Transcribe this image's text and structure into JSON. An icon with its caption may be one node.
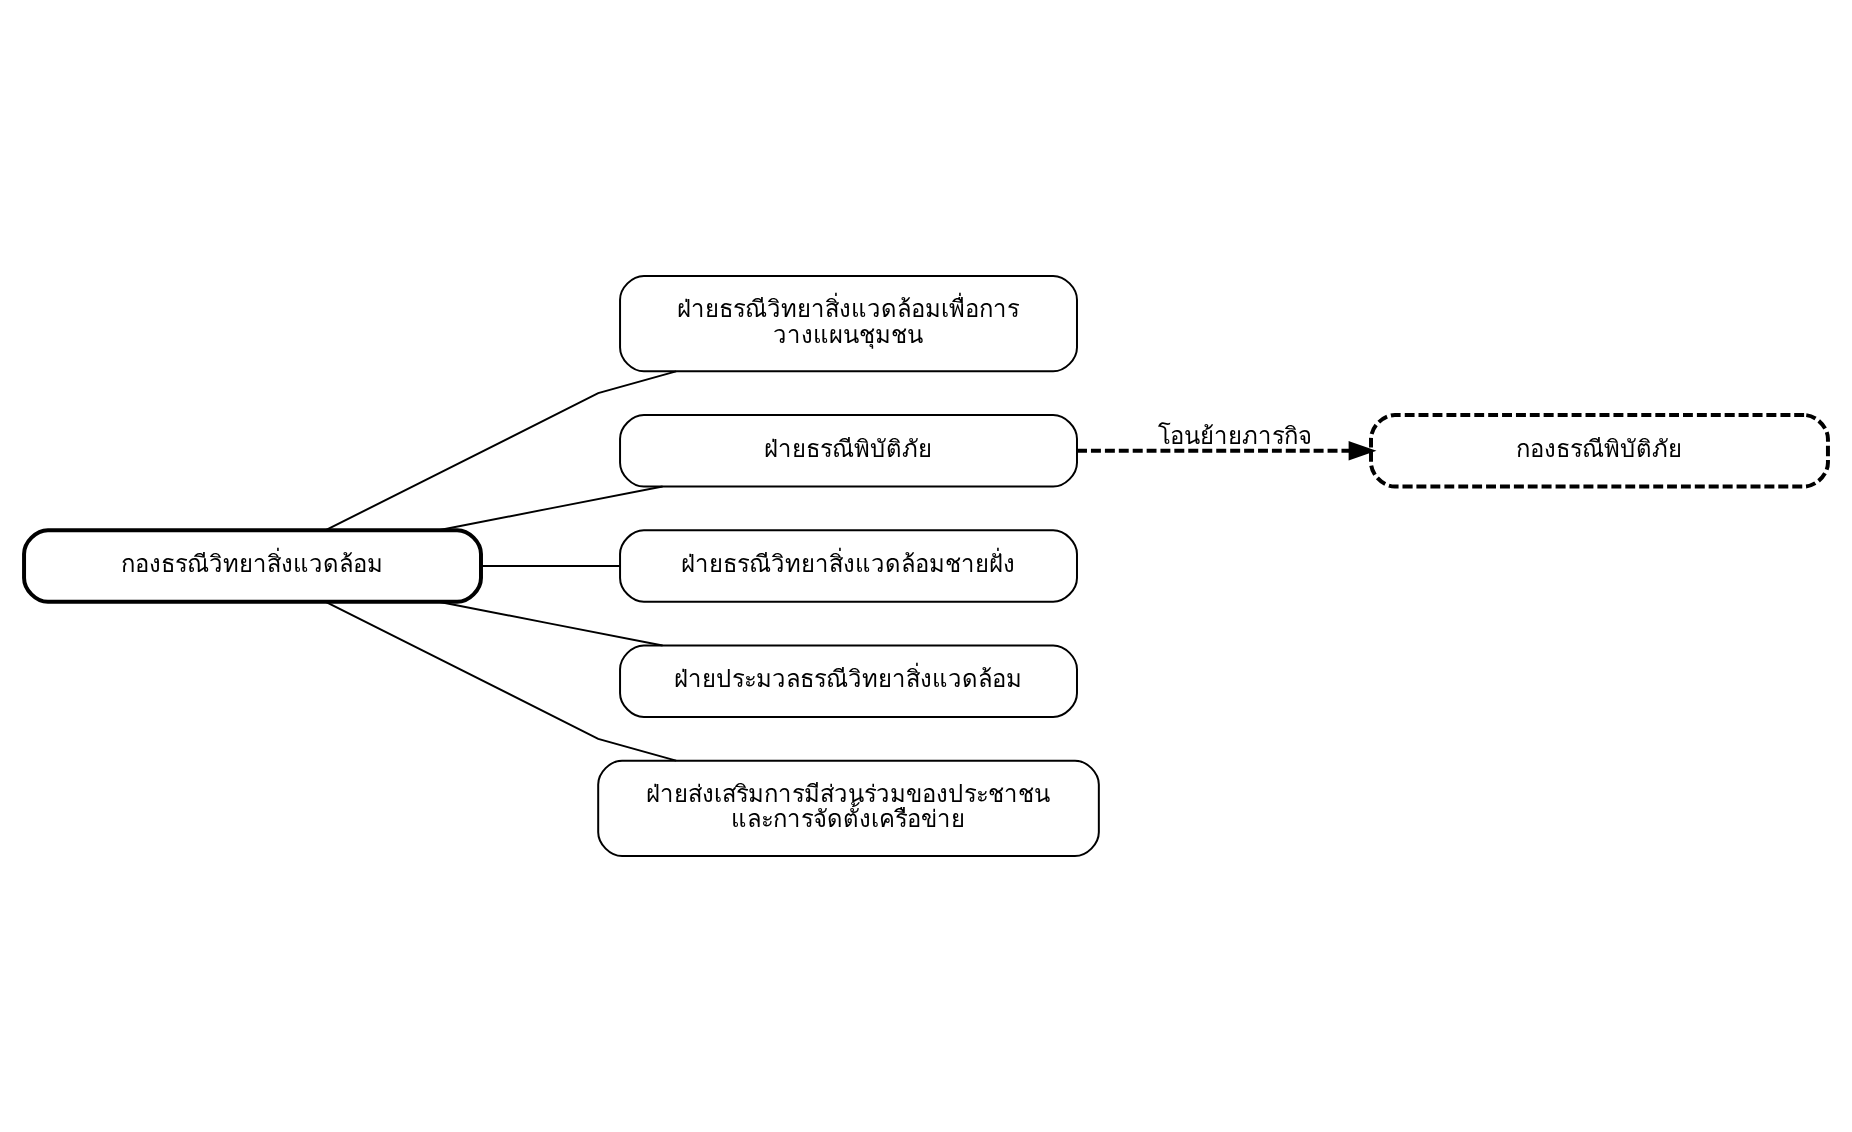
{
  "diagram": {
    "nodes": [
      {
        "text": [
          "กองธรณีวิทยาสิ่งแวดล้อม"
        ]
      },
      {
        "text": [
          "ฝ่ายธรณีวิทยาสิ่งแวดล้อมเพื่อการ วางแผนชุมชน"
        ]
      },
      {
        "text": [
          "ฝ่ายธรณีพิบัติภัย"
        ]
      },
      {
        "text": [
          "ฝ่ายธรณีวิทยาสิ่งแวดล้อมชายฝั่ง"
        ]
      },
      {
        "text": [
          "ฝ่ายประมวลธรณีวิทยาสิ่งแวดล้อม"
        ]
      },
      {
        "text": [
          "ฝ่ายส่งเสริมการมีส่วนร่วมของประชาชน และการจัดตั้งเครือข่าย"
        ]
      },
      {
        "text": [
          "กองธรณีพิบัติภัย"
        ]
      }
    ],
    "edges": [
      {
        "from": 0,
        "to": 1,
        "arrow": "none"
      },
      {
        "from": 0,
        "to": 2,
        "arrow": "none"
      },
      {
        "from": 0,
        "to": 3,
        "arrow": "none"
      },
      {
        "from": 0,
        "to": 4,
        "arrow": "none"
      },
      {
        "from": 0,
        "to": 5,
        "arrow": "none"
      },
      {
        "from": 2,
        "to": 6,
        "arrow": "to",
        "label": "โอนย้ายภารกิจ",
        "style": "dashed"
      }
    ]
  }
}
